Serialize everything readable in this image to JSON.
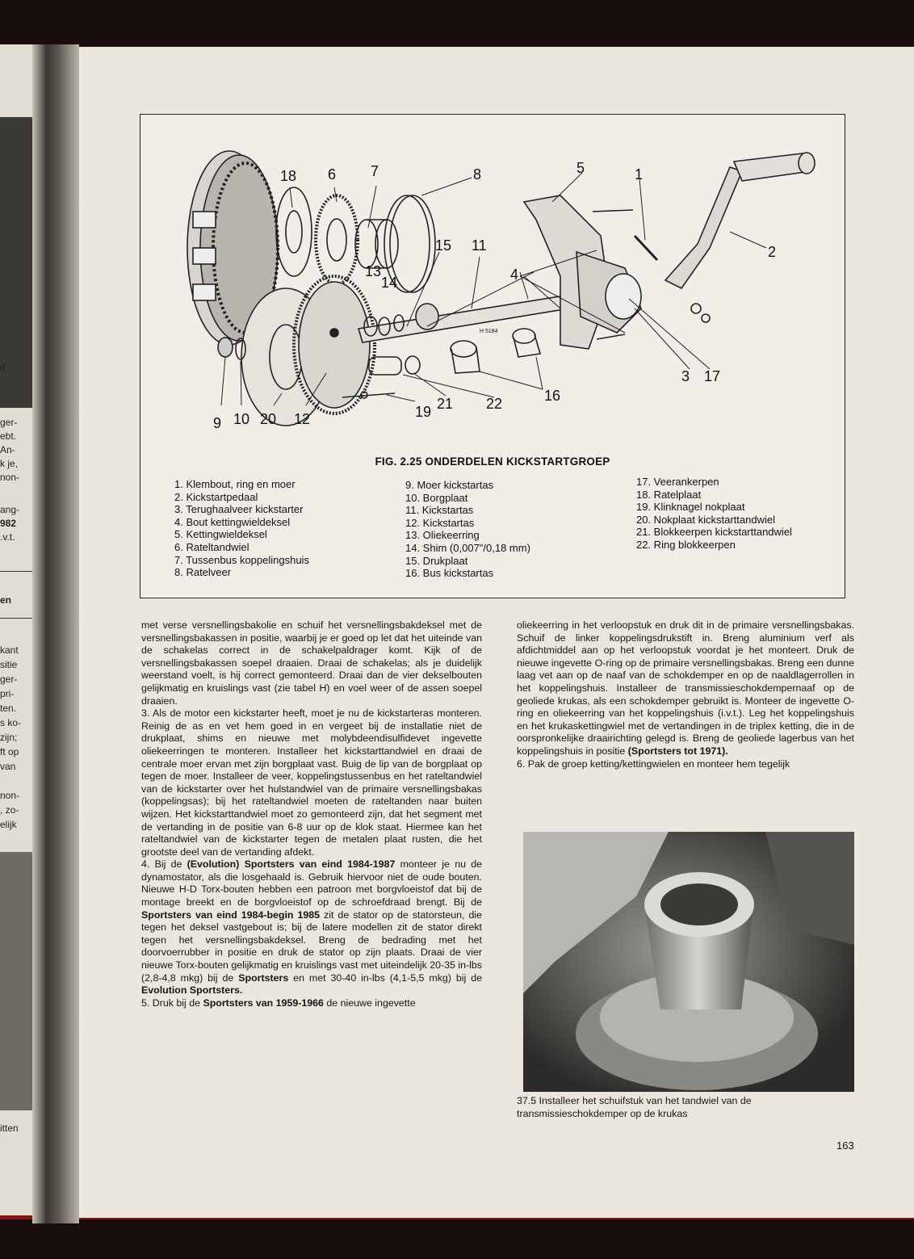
{
  "figure": {
    "title": "FIG. 2.25 ONDERDELEN KICKSTARTGROEP",
    "callouts": [
      "1",
      "2",
      "3",
      "4",
      "5",
      "6",
      "7",
      "8",
      "9",
      "10",
      "11",
      "12",
      "13",
      "14",
      "15",
      "16",
      "17",
      "18",
      "19",
      "20",
      "21",
      "22"
    ],
    "diagram_code": "H 5184",
    "legend": {
      "col1": [
        "1. Klembout, ring en moer",
        "2. Kickstartpedaal",
        "3. Terughaalveer kickstarter",
        "4. Bout kettingwieldeksel",
        "5. Kettingwieldeksel",
        "6. Rateltandwiel",
        "7. Tussenbus koppelingshuis",
        "8. Ratelveer"
      ],
      "col2": [
        "9. Moer kickstartas",
        "10. Borgplaat",
        "11. Kickstartas",
        "12. Kickstartas",
        "13. Oliekeerring",
        "14. Shim (0,007\"/0,18 mm)",
        "15. Drukplaat",
        "16. Bus kickstartas"
      ],
      "col3": [
        "17. Veerankerpen",
        "18. Ratelplaat",
        "19. Klinknagel nokplaat",
        "20. Nokplaat kickstarttandwiel",
        "21. Blokkeerpen kickstarttandwiel",
        "22. Ring blokkeerpen"
      ]
    }
  },
  "left_column": {
    "p1": "met verse versnellingsbakolie en schuif het versnellingsbakdeksel met de versnellingsbakassen in positie, waarbij je er goed op let dat het uiteinde van de schakelas correct in de schakelpaldrager komt. Kijk of de versnellingsbakassen soepel draaien. Draai de schakelas; als je duidelijk weerstand voelt, is hij correct gemonteerd. Draai dan de vier dekselbouten gelijkmatig en kruislings vast (zie tabel H) en voel weer of de assen soepel draaien.",
    "p2": "3. Als de motor een kickstarter heeft, moet je nu de kickstarteras monteren. Reinig de as en vet hem goed in en vergeet bij de installatie niet de drukplaat, shims en nieuwe met molybdeendisulfidevet ingevette oliekeerringen te monteren. Installeer het kickstarttandwiel en draai de centrale moer ervan met zijn borgplaat vast. Buig de lip van de borgplaat op tegen de moer. Installeer de veer, koppelingstussenbus en het rateltandwiel van de kickstarter over het hulstandwiel van de primaire versnellingsbakas (koppelingsas); bij het rateltandwiel moeten de rateltanden naar buiten wijzen. Het kickstarttandwiel moet zo gemonteerd zijn, dat het segment met de vertanding in de positie van 6-8 uur op de klok staat. Hiermee kan het rateltandwiel van de kickstarter tegen de metalen plaat rusten, die het grootste deel van de vertanding afdekt.",
    "p3_a": "4. Bij de ",
    "p3_b": "(Evolution) Sportsters van eind 1984-1987",
    "p3_c": " monteer je nu de dynamostator, als die losgehaald is. Gebruik hiervoor niet de oude bouten. Nieuwe H-D Torx-bouten hebben een patroon met borgvloeistof dat bij de montage breekt en de borgvloeistof op de schroefdraad brengt. Bij de ",
    "p3_d": "Sportsters van eind 1984-begin 1985",
    "p3_e": " zit de stator op de statorsteun, die tegen het deksel vastgebout is; bij de latere modellen zit de stator direkt tegen het versnellingsbakdeksel. Breng de bedrading met het doorvoerrubber in positie en druk de stator op zijn plaats. Draai de vier nieuwe Torx-bouten gelijkmatig en kruislings vast met uiteindelijk 20-35 in-lbs (2,8-4,8 mkg) bij de ",
    "p3_f": "Sportsters",
    "p3_g": " en met 30-40 in-lbs (4,1-5,5 mkg) bij de ",
    "p3_h": "Evolution Sportsters.",
    "p4_a": "5. Druk bij de ",
    "p4_b": "Sportsters van 1959-1966",
    "p4_c": " de nieuwe ingevette"
  },
  "right_column": {
    "p1_a": "oliekeerring in het verloopstuk en druk dit in de primaire versnellingsbakas. Schuif de linker koppelingsdrukstift in. Breng aluminium verf als afdichtmiddel aan op het verloopstuk voordat je het monteert. Druk de nieuwe ingevette O-ring op de primaire versnellingsbakas. Breng een dunne laag vet aan op de naaf van de schokdemper en op de naaldlagerrollen in het koppelingshuis. Installeer de transmissieschokdempernaaf op de geoliede krukas, als een schokdemper gebruikt is. Monteer de ingevette O-ring en oliekeerring van het koppelingshuis (i.v.t.). Leg het koppelingshuis en het krukaskettingwiel met de vertandingen in de triplex ketting, die in de oorspronkelijke draairichting gelegd is. Breng de geoliede lagerbus van het koppelingshuis in positie ",
    "p1_b": "(Sportsters tot 1971).",
    "p2": "6. Pak de groep ketting/kettingwielen en monteer hem tegelijk"
  },
  "photo_caption": "37.5 Installeer het schuifstuk van het tandwiel van de transmissieschokdemper op de krukas",
  "page_number": "163",
  "prev_page_fragments": [
    "d",
    "ger-",
    "ebt.",
    "An-",
    "k je,",
    "non-",
    "ang-",
    "982",
    ".v.t.",
    "en",
    "kant",
    "sitie",
    "ger-",
    "pri-",
    "ten.",
    "s ko-",
    "zijn;",
    "ft op",
    "van",
    "non-",
    ", zo-",
    "elijk",
    "itten"
  ]
}
